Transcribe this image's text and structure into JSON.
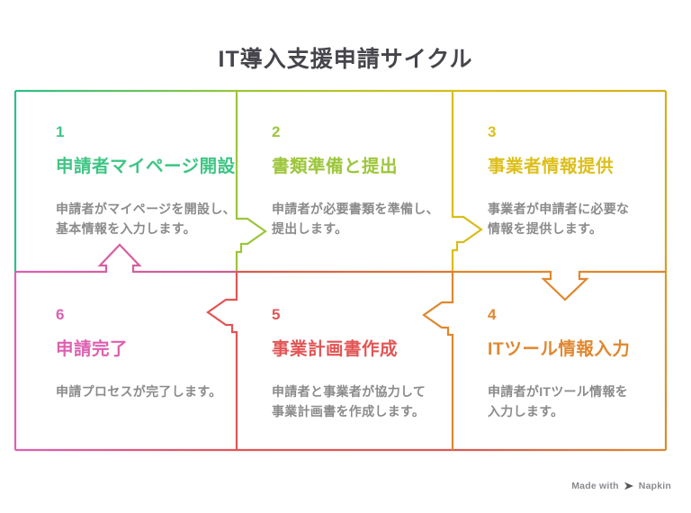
{
  "title": "IT導入支援申請サイクル",
  "palette": {
    "teal": "#2FBE8C",
    "green": "#3EC584",
    "lime": "#9CC63A",
    "yellow": "#D9BD1A",
    "gold": "#D6B01F",
    "orange": "#E0872F",
    "red": "#E25555",
    "pink": "#DE60B1",
    "pink_red": "#CC5E8C",
    "mid_red": "#D85A55",
    "mid_orange": "#DB7A35",
    "desc_gray": "#8B8B8B",
    "title_gray": "#45454B",
    "footer_gray": "#8A8A8F"
  },
  "cells": [
    {
      "number": "1",
      "title": "申請者マイページ開設",
      "description": "申請者がマイページを開設し、\n基本情報を入力します。",
      "color": "#3EC584"
    },
    {
      "number": "2",
      "title": "書類準備と提出",
      "description": "申請者が必要書類を準備し、\n提出します。",
      "color": "#9CC63A"
    },
    {
      "number": "3",
      "title": "事業者情報提供",
      "description": "事業者が申請者に必要な\n情報を提供します。",
      "color": "#DDBF1C"
    },
    {
      "number": "4",
      "title": "ITツール情報入力",
      "description": "申請者がITツール情報を\n入力します。",
      "color": "#E0872F"
    },
    {
      "number": "5",
      "title": "事業計画書作成",
      "description": "申請者と事業者が協力して\n事業計画書を作成します。",
      "color": "#E25555"
    },
    {
      "number": "6",
      "title": "申請完了",
      "description": "申請プロセスが完了します。",
      "color": "#DE60B1"
    }
  ],
  "footer": {
    "made_with": "Made with",
    "brand": "Napkin"
  }
}
